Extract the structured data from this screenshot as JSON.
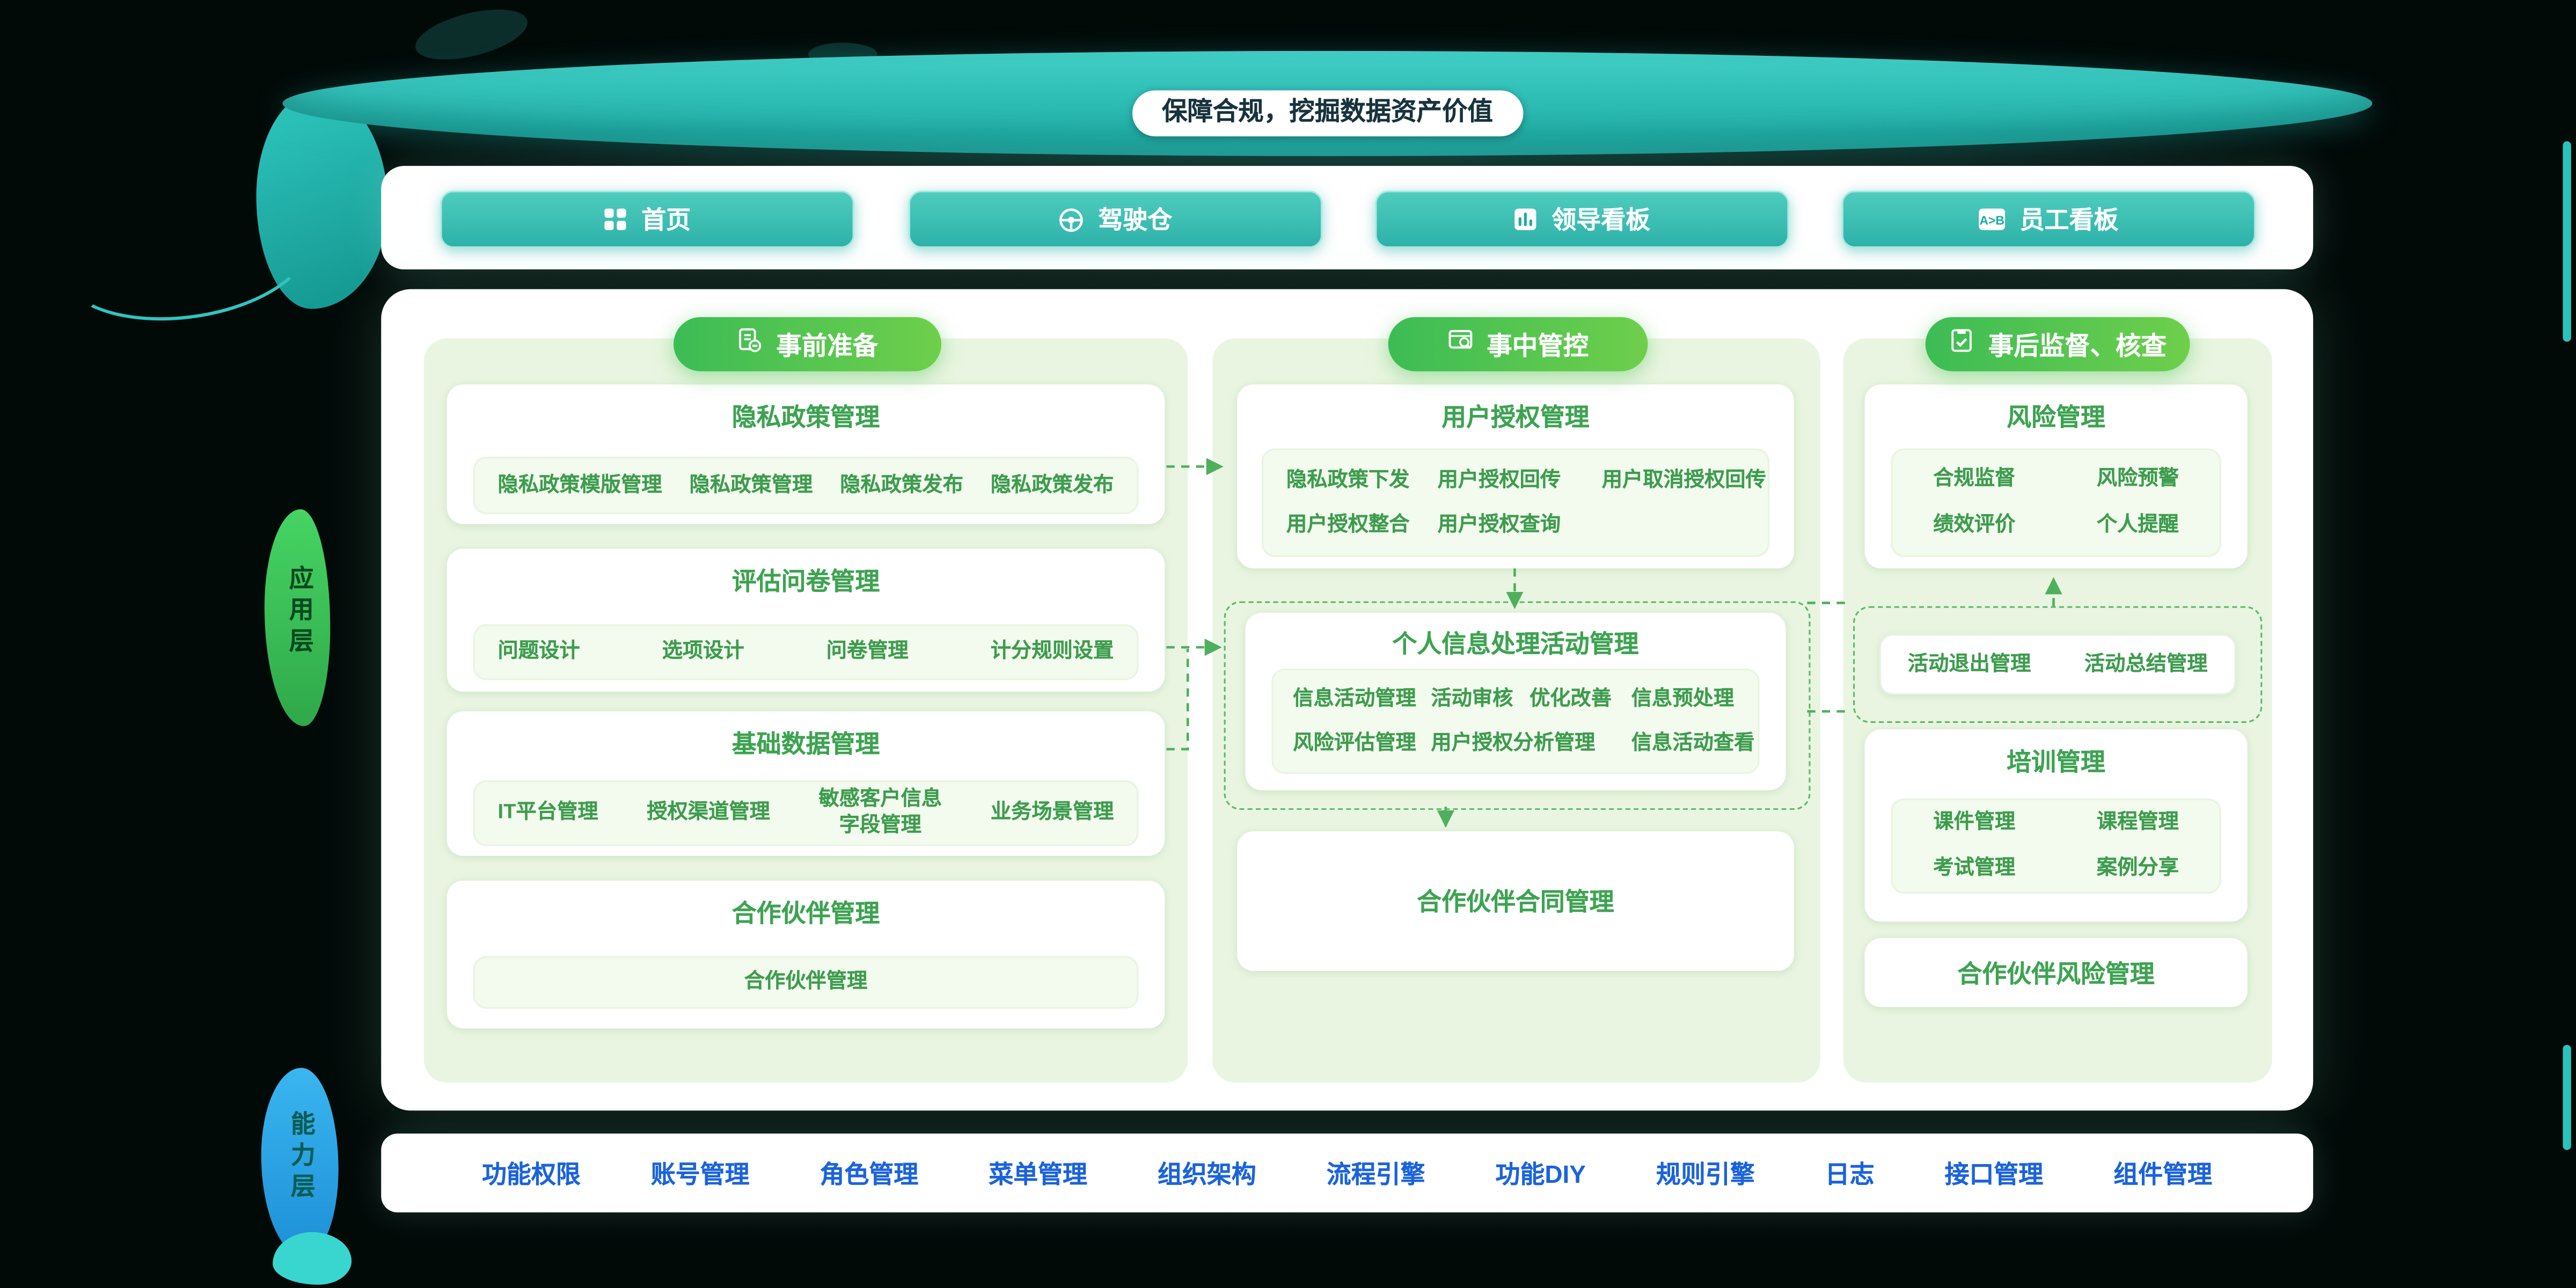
{
  "banner": {
    "title": "保障合规，挖掘数据资产价值"
  },
  "nav": {
    "items": [
      {
        "label": "首页",
        "icon": "grid-icon"
      },
      {
        "label": "驾驶仓",
        "icon": "steering-wheel-icon"
      },
      {
        "label": "领导看板",
        "icon": "bar-chart-icon"
      },
      {
        "label": "员工看板",
        "icon": "ab-compare-icon"
      }
    ]
  },
  "side_labels": [
    {
      "label": "应用层"
    },
    {
      "label": "能力层"
    }
  ],
  "columns": [
    {
      "header": "事前准备",
      "icon": "document-edit-icon",
      "cards": [
        {
          "title": "隐私政策管理",
          "items": [
            "隐私政策模版管理",
            "隐私政策管理",
            "隐私政策发布",
            "隐私政策发布"
          ]
        },
        {
          "title": "评估问卷管理",
          "items": [
            "问题设计",
            "选项设计",
            "问卷管理",
            "计分规则设置"
          ]
        },
        {
          "title": "基础数据管理",
          "items": [
            "IT平台管理",
            "授权渠道管理",
            "敏感客户信息\n字段管理",
            "业务场景管理"
          ]
        },
        {
          "title": "合作伙伴管理",
          "items": [
            "合作伙伴管理"
          ]
        }
      ]
    },
    {
      "header": "事中管控",
      "icon": "monitor-search-icon",
      "cards": [
        {
          "title": "用户授权管理",
          "items": [
            "隐私政策下发",
            "用户授权回传",
            "用户取消授权回传",
            "用户授权整合",
            "用户授权查询"
          ]
        },
        {
          "title": "个人信息处理活动管理",
          "items": [
            "信息活动管理",
            "活动审核",
            "优化改善",
            "信息预处理",
            "风险评估管理",
            "用户授权分析管理",
            "信息活动查看"
          ]
        },
        {
          "title": "合作伙伴合同管理",
          "items": []
        }
      ]
    },
    {
      "header": "事后监督、核查",
      "icon": "clipboard-check-icon",
      "cards": [
        {
          "title": "风险管理",
          "items": [
            "合规监督",
            "风险预警",
            "绩效评价",
            "个人提醒"
          ]
        },
        {
          "title": "",
          "items": [
            "活动退出管理",
            "活动总结管理"
          ]
        },
        {
          "title": "培训管理",
          "items": [
            "课件管理",
            "课程管理",
            "考试管理",
            "案例分享"
          ]
        },
        {
          "title": "合作伙伴风险管理",
          "items": []
        }
      ]
    }
  ],
  "footer": {
    "items": [
      "功能权限",
      "账号管理",
      "角色管理",
      "菜单管理",
      "组织架构",
      "流程引擎",
      "功能DIY",
      "规则引擎",
      "日志",
      "接口管理",
      "组件管理"
    ]
  },
  "colors": {
    "teal": "#2FBDB4",
    "green": "#45C15A",
    "column_bg": "#E9F5E1",
    "item_text": "#3D9C4E",
    "footer_blue": "#1B63DC",
    "banner_text": "#17333D"
  }
}
